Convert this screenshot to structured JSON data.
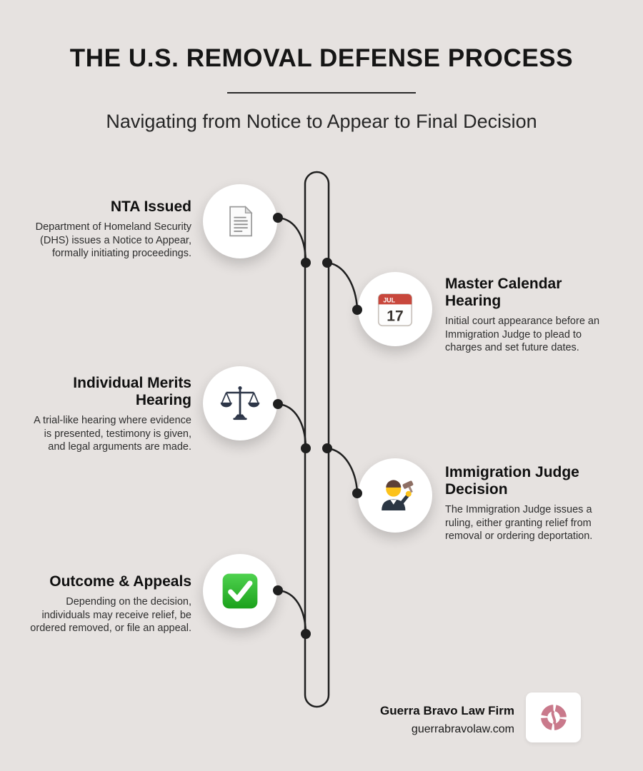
{
  "header": {
    "title": "THE U.S. REMOVAL DEFENSE PROCESS",
    "subtitle": "Navigating from Notice to Appear to Final Decision"
  },
  "steps": [
    {
      "id": "nta-issued",
      "side": "left",
      "icon": "document-icon",
      "title": "NTA Issued",
      "description": "Department of Homeland Security (DHS) issues a Notice to Appear, formally initiating proceedings."
    },
    {
      "id": "master-calendar-hearing",
      "side": "right",
      "icon": "calendar-icon",
      "title": "Master Calendar Hearing",
      "description": "Initial court appearance before an Immigration Judge to plead to charges and set future dates.",
      "calendar": {
        "month": "JUL",
        "day": "17"
      }
    },
    {
      "id": "individual-merits-hearing",
      "side": "left",
      "icon": "scales-icon",
      "title": "Individual Merits Hearing",
      "description": "A trial-like hearing where evidence is presented, testimony is given, and legal arguments are made."
    },
    {
      "id": "immigration-judge-decision",
      "side": "right",
      "icon": "judge-icon",
      "title": "Immigration Judge Decision",
      "description": "The Immigration Judge issues a ruling, either granting relief from removal or ordering deportation."
    },
    {
      "id": "outcome-appeals",
      "side": "left",
      "icon": "check-icon",
      "title": "Outcome & Appeals",
      "description": "Depending on the decision, individuals may receive relief, be ordered removed, or file an appeal."
    }
  ],
  "footer": {
    "firm_name": "Guerra Bravo Law Firm",
    "website": "guerrabravolaw.com"
  },
  "colors": {
    "background": "#e6e2e0",
    "text": "#1d1d1d",
    "timeline": "#1f1f1f",
    "calendar_red": "#c8473c",
    "check_green": "#1ba11b",
    "logo_pink": "#c9798b"
  }
}
